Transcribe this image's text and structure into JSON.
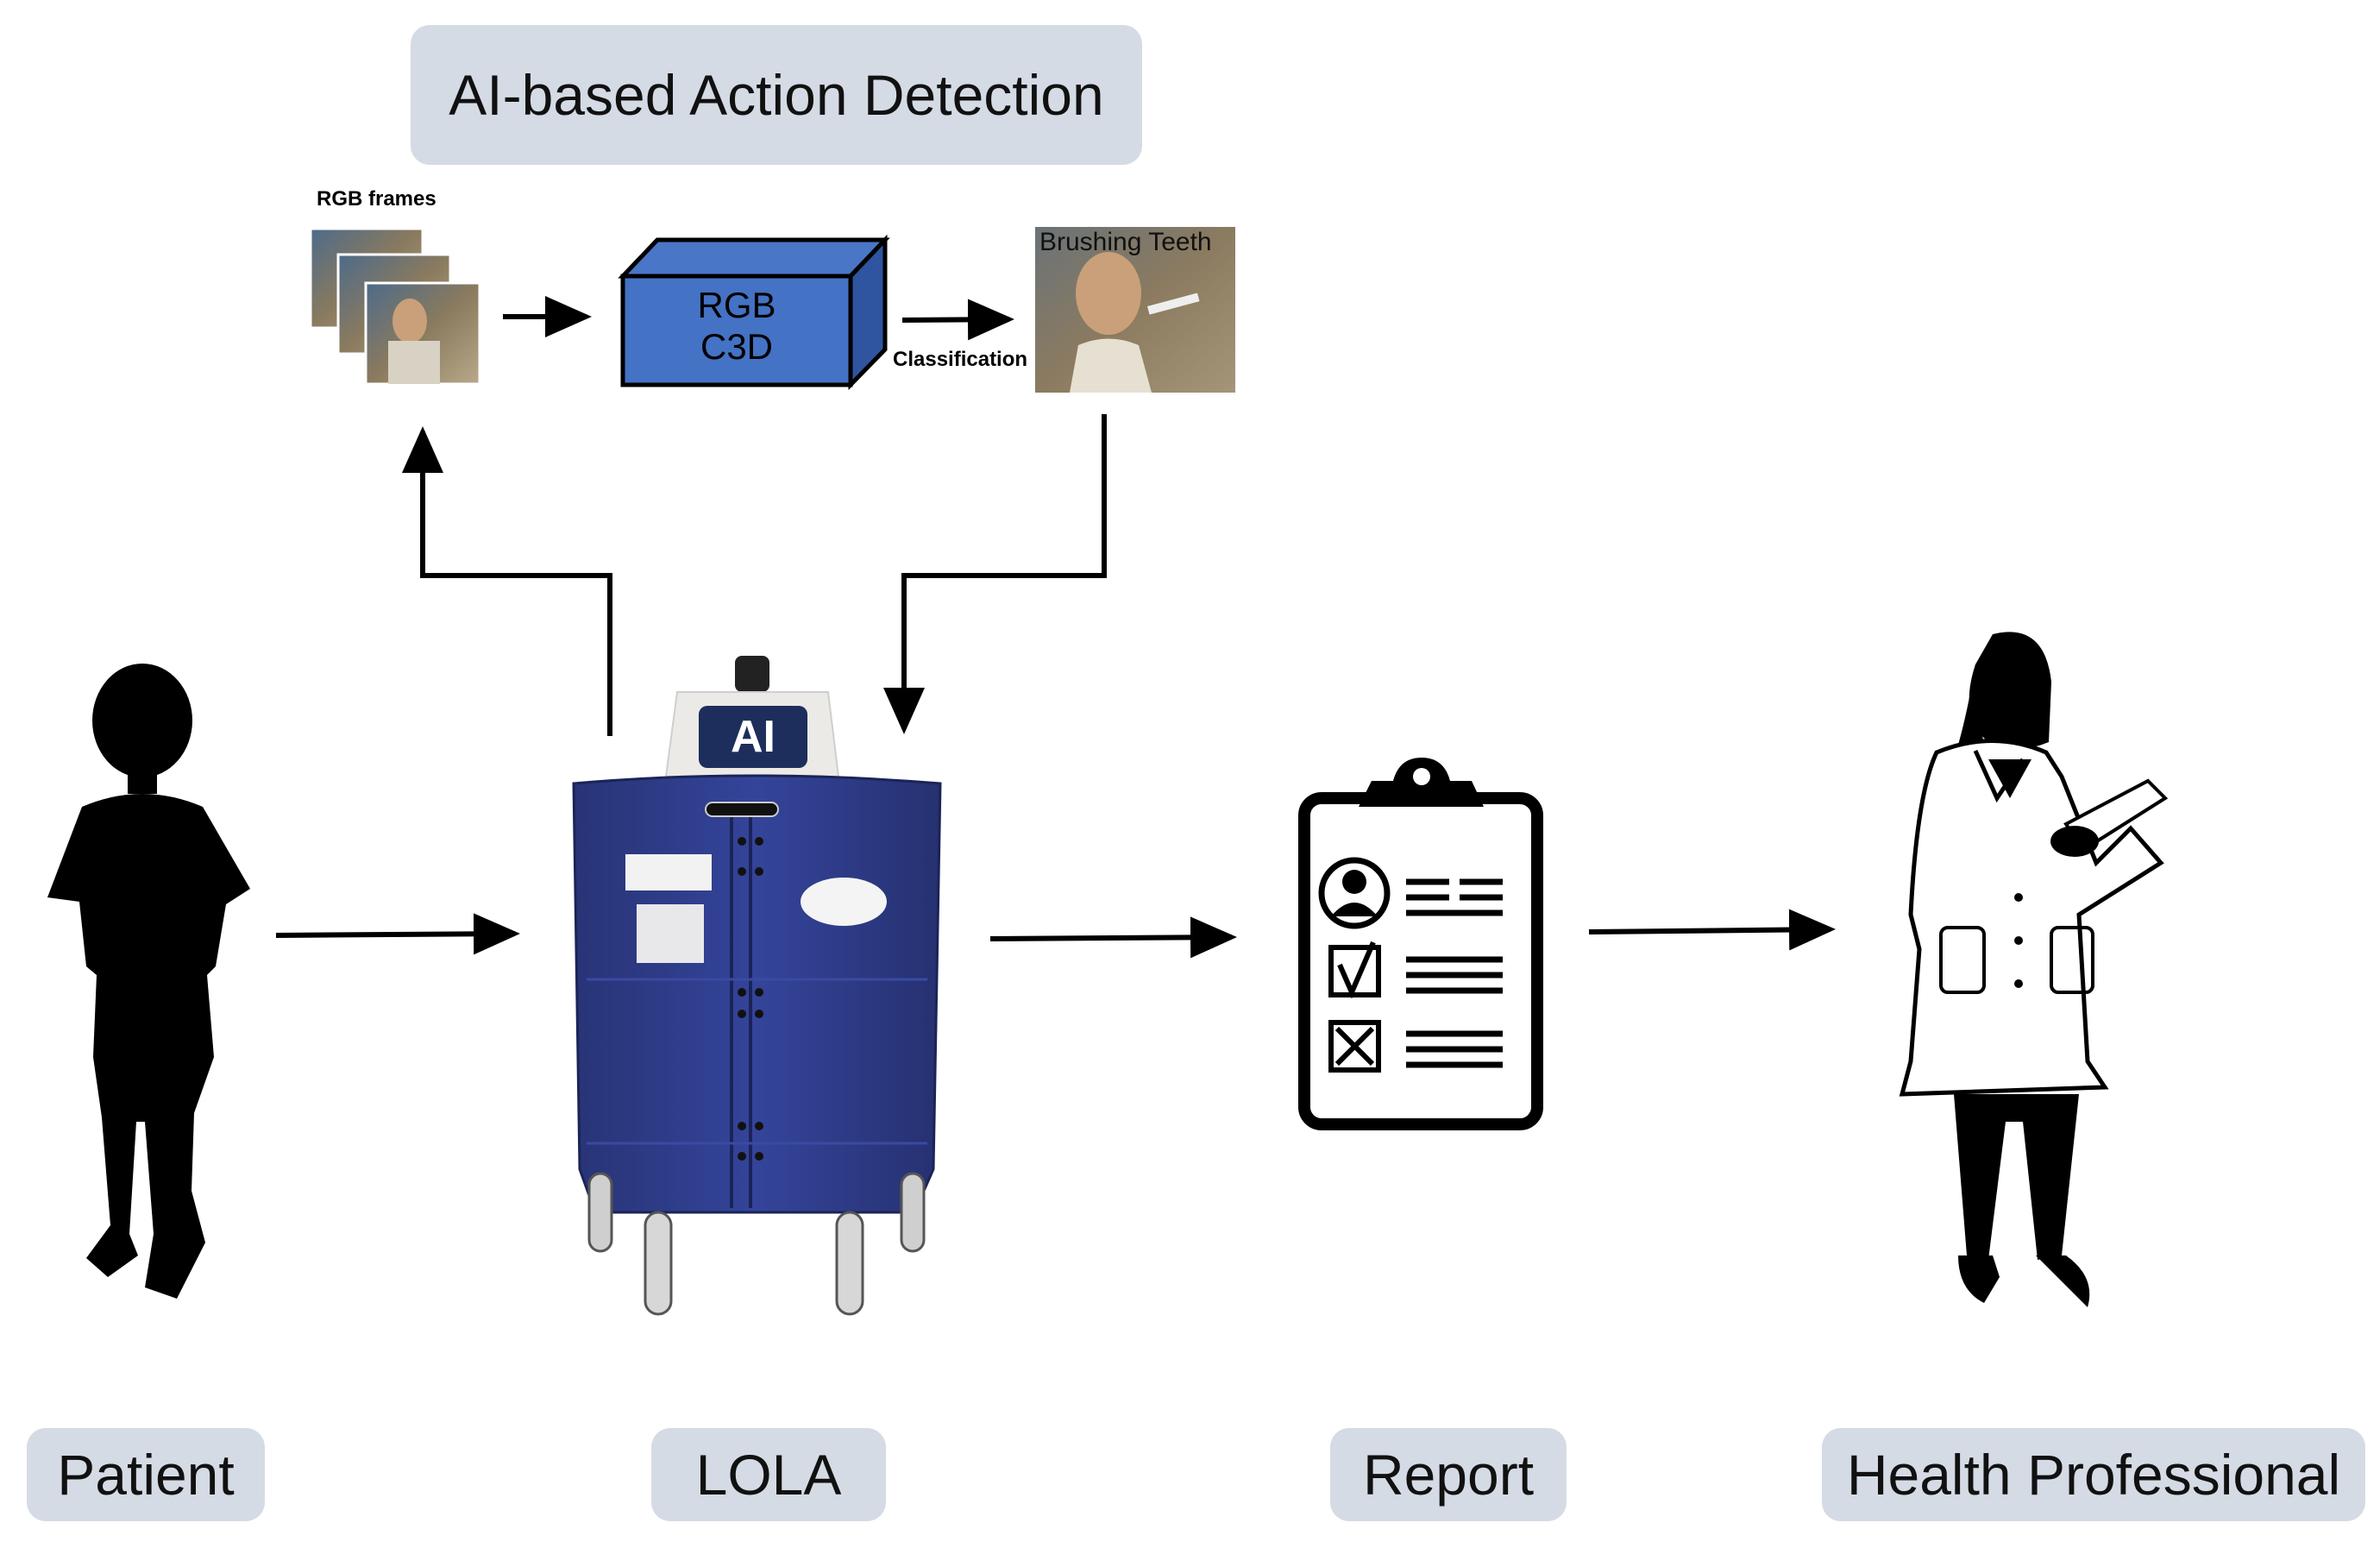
{
  "header": {
    "title": "AI-based Action Detection"
  },
  "pipeline": {
    "input_label": "RGB frames",
    "model_line1": "RGB",
    "model_line2": "C3D",
    "edge_label": "Classification",
    "output_label": "Brushing Teeth",
    "model_color": "#4472c4"
  },
  "robot": {
    "badge": "AI",
    "body_color": "#2f3d8a"
  },
  "stages": [
    {
      "label": "Patient"
    },
    {
      "label": "LOLA"
    },
    {
      "label": "Report"
    },
    {
      "label": "Health Professional"
    }
  ],
  "colors": {
    "label_bg": "#d5dbe4",
    "arrow": "#000000"
  }
}
